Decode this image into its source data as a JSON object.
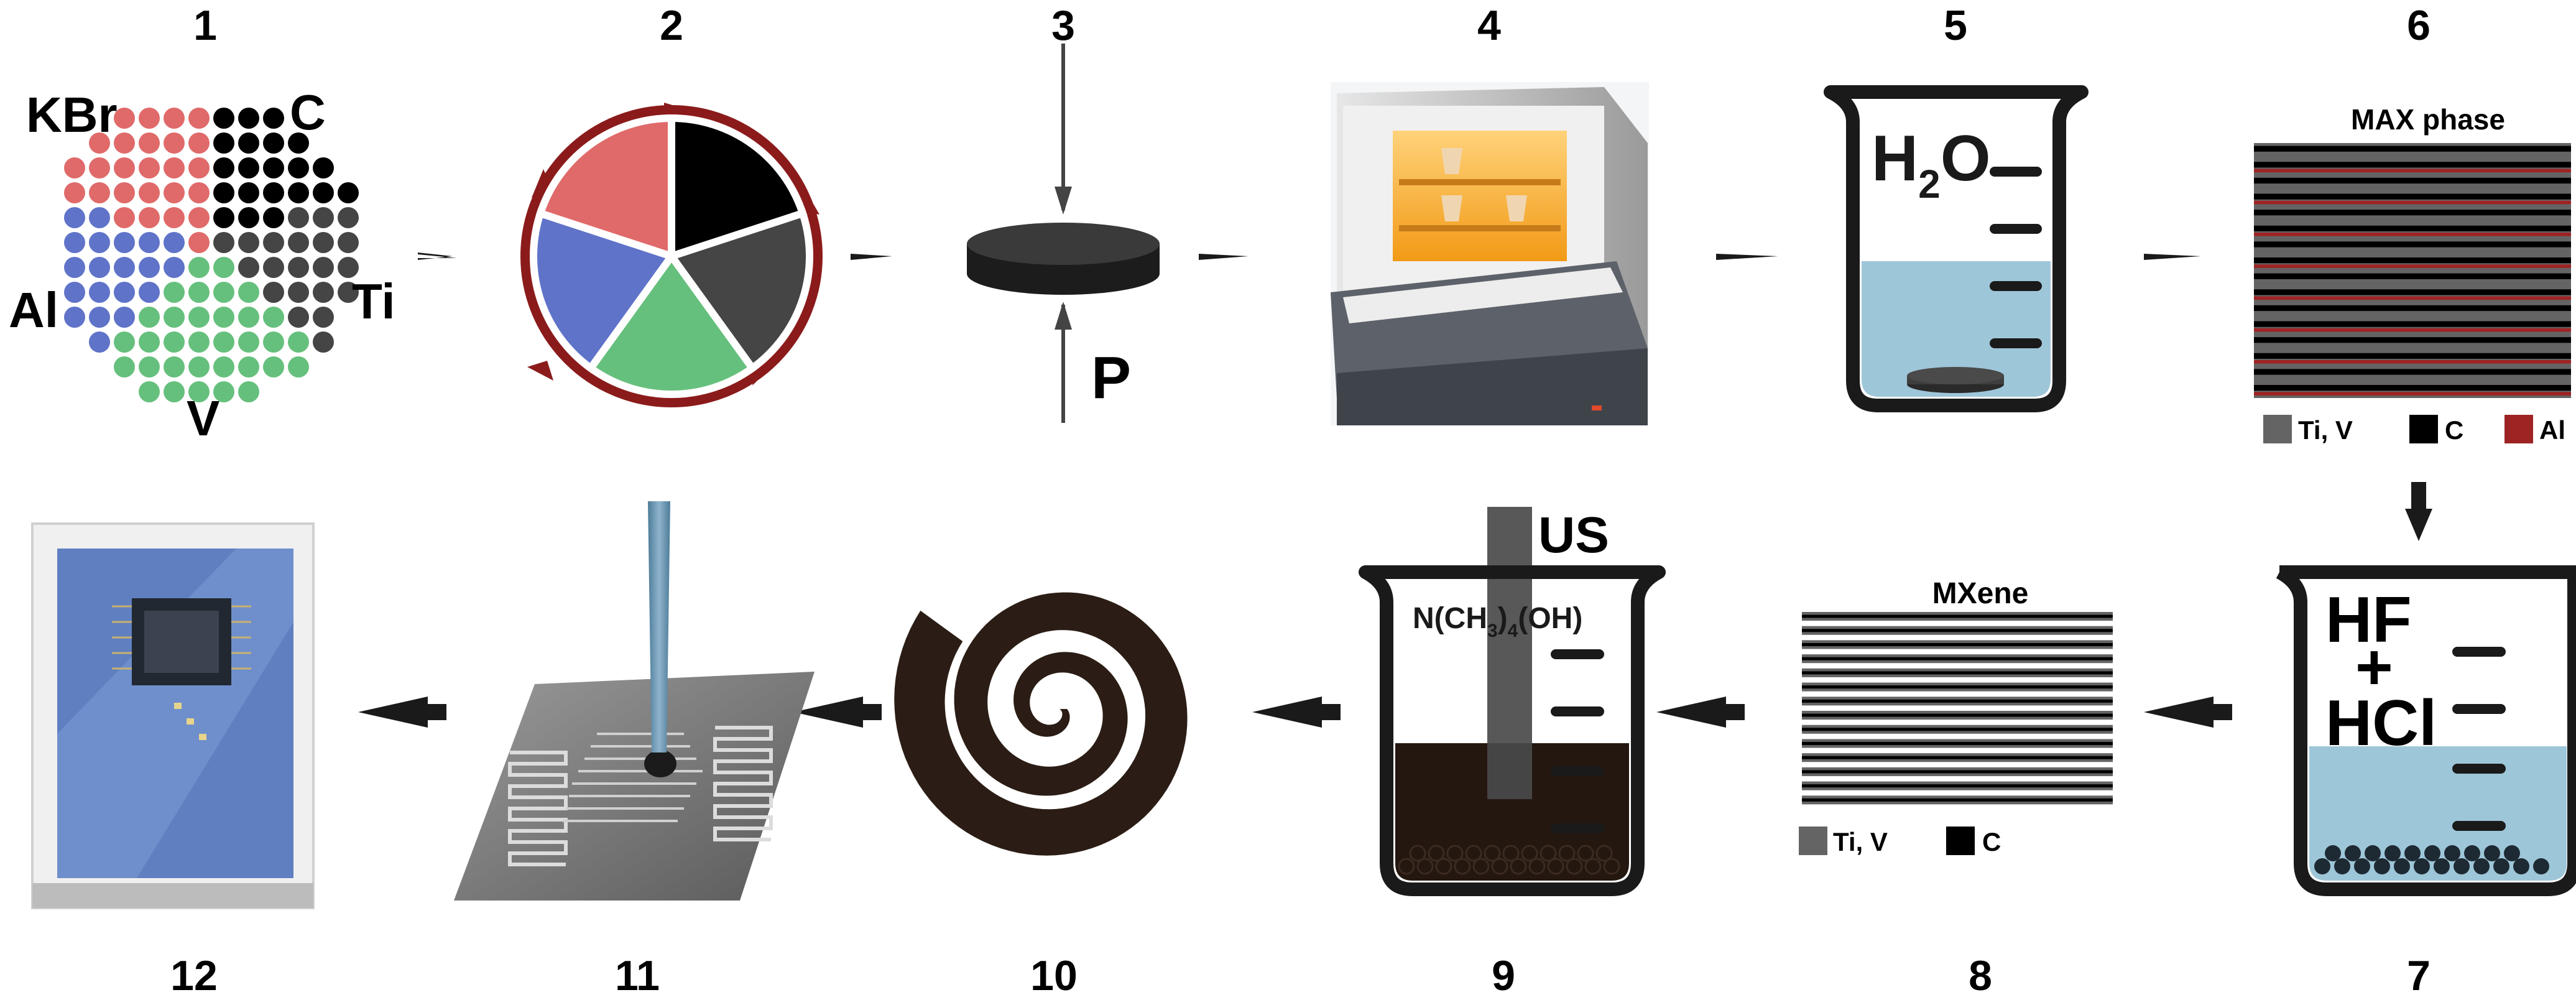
{
  "steps": {
    "s1": {
      "number": "1",
      "labels": {
        "kbr": "KBr",
        "c": "C",
        "al": "Al",
        "ti": "Ti",
        "v": "V"
      }
    },
    "s2": {
      "number": "2"
    },
    "s3": {
      "number": "3",
      "pressure": "P"
    },
    "s4": {
      "number": "4"
    },
    "s5": {
      "number": "5",
      "solvent_main": "H",
      "solvent_sub": "2",
      "solvent_tail": "O"
    },
    "s6": {
      "number": "6",
      "title": "MAX phase",
      "legend": [
        "Ti, V",
        "C",
        "Al"
      ]
    },
    "s7": {
      "number": "7",
      "acid1": "HF",
      "plus": "+",
      "acid2": "HCl"
    },
    "s8": {
      "number": "8",
      "title": "MXene",
      "legend": [
        "Ti, V",
        "C"
      ]
    },
    "s9": {
      "number": "9",
      "ultrasound": "US",
      "formula_a": "N(CH",
      "formula_sub1": "3",
      "formula_b": ")",
      "formula_sub2": "4",
      "formula_c": "(OH)"
    },
    "s10": {
      "number": "10"
    },
    "s11": {
      "number": "11"
    },
    "s12": {
      "number": "12"
    }
  },
  "colors": {
    "kbr": "#e06a6a",
    "carbon": "#000000",
    "titanium": "#454545",
    "vanadium": "#66c07d",
    "aluminum": "#5f73c9",
    "arrow_ring": "#8b1b1b",
    "water": "#9ec6d9",
    "dark_solution": "#241710",
    "max_al_layer": "#9e2424",
    "layer_gray": "#646464",
    "spiral": "#2b1d15",
    "board_blue": "#5f7fc0"
  }
}
